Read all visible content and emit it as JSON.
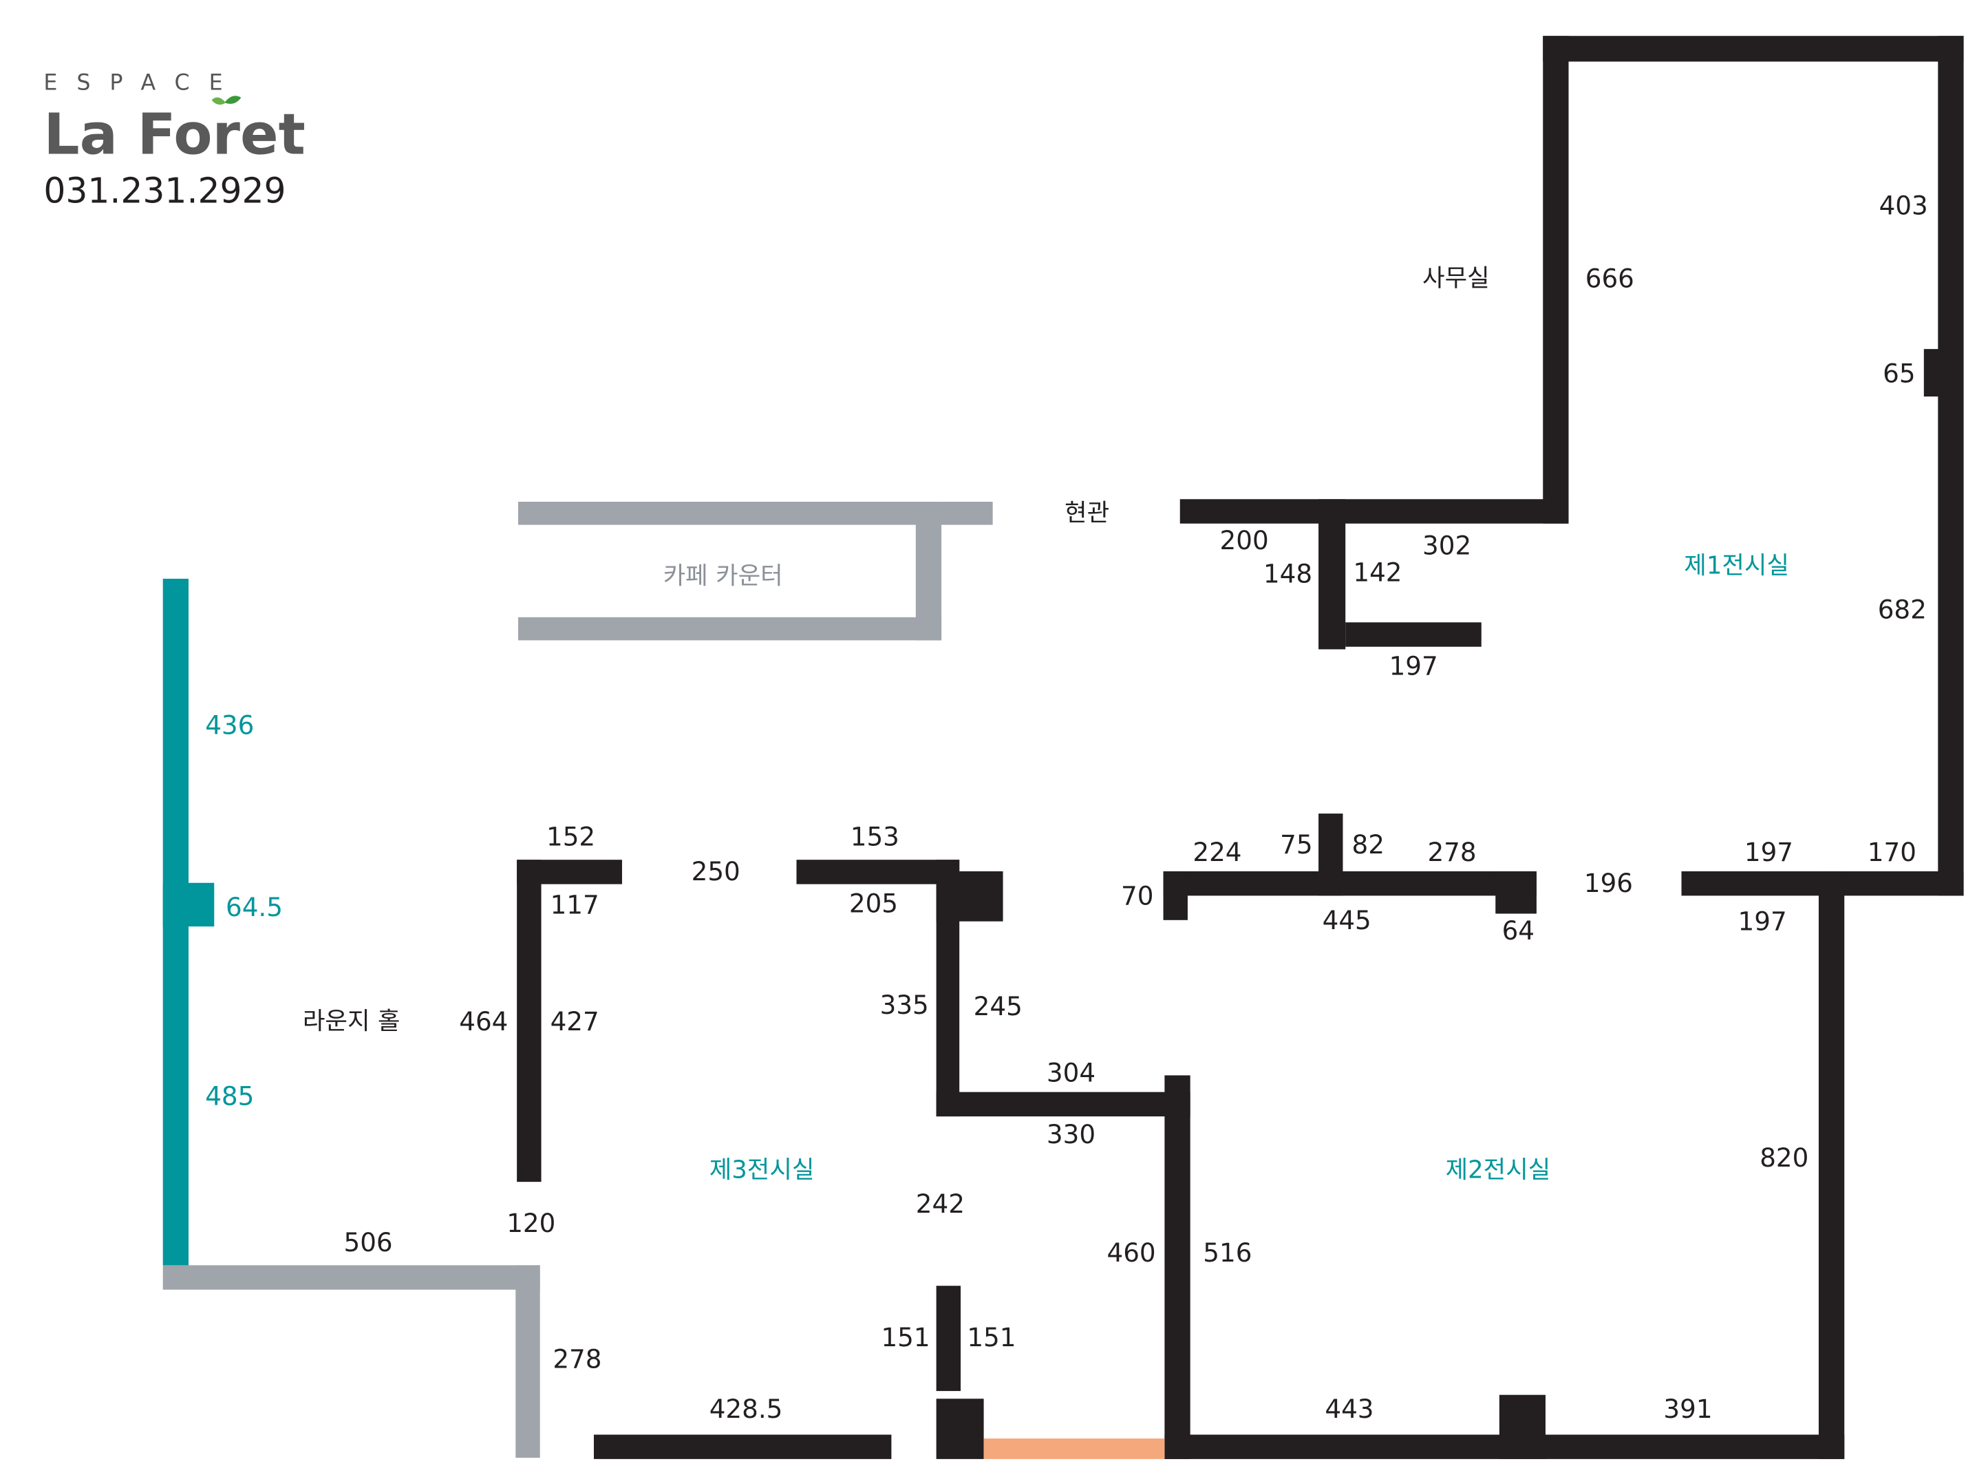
{
  "logo": {
    "espace": "ESPACE",
    "name": "La Foret",
    "phone": "031.231.2929",
    "leaf_color": "#3a9a3a"
  },
  "colors": {
    "wall": "#231f20",
    "partition": "#a0a4ab",
    "highlight_wall": "#00969c",
    "door": "#f4a87c",
    "text": "#231f20",
    "teal_text": "#00969c",
    "gray_text": "#8c9098"
  },
  "rooms": {
    "office": "사무실",
    "entrance": "현관",
    "cafe_counter": "카페 카운터",
    "gallery1": "제1전시실",
    "gallery2": "제2전시실",
    "gallery3": "제3전시실",
    "lounge_hall": "라운지 홀"
  },
  "dimensions": {
    "d403": "403",
    "d666": "666",
    "d65": "65",
    "d682": "682",
    "d200": "200",
    "d148": "148",
    "d142": "142",
    "d302": "302",
    "d197a": "197",
    "d224": "224",
    "d75": "75",
    "d82": "82",
    "d278a": "278",
    "d196": "196",
    "d197b": "197",
    "d170": "170",
    "d70": "70",
    "d445": "445",
    "d64": "64",
    "d197c": "197",
    "d152": "152",
    "d250": "250",
    "d153": "153",
    "d117": "117",
    "d205": "205",
    "d464": "464",
    "d427": "427",
    "d335": "335",
    "d245": "245",
    "d304": "304",
    "d330": "330",
    "d120": "120",
    "d506": "506",
    "d242": "242",
    "d460": "460",
    "d516": "516",
    "d820": "820",
    "d278b": "278",
    "d151a": "151",
    "d151b": "151",
    "d4285": "428.5",
    "d443": "443",
    "d391": "391",
    "d436": "436",
    "d645": "64.5",
    "d485": "485"
  }
}
